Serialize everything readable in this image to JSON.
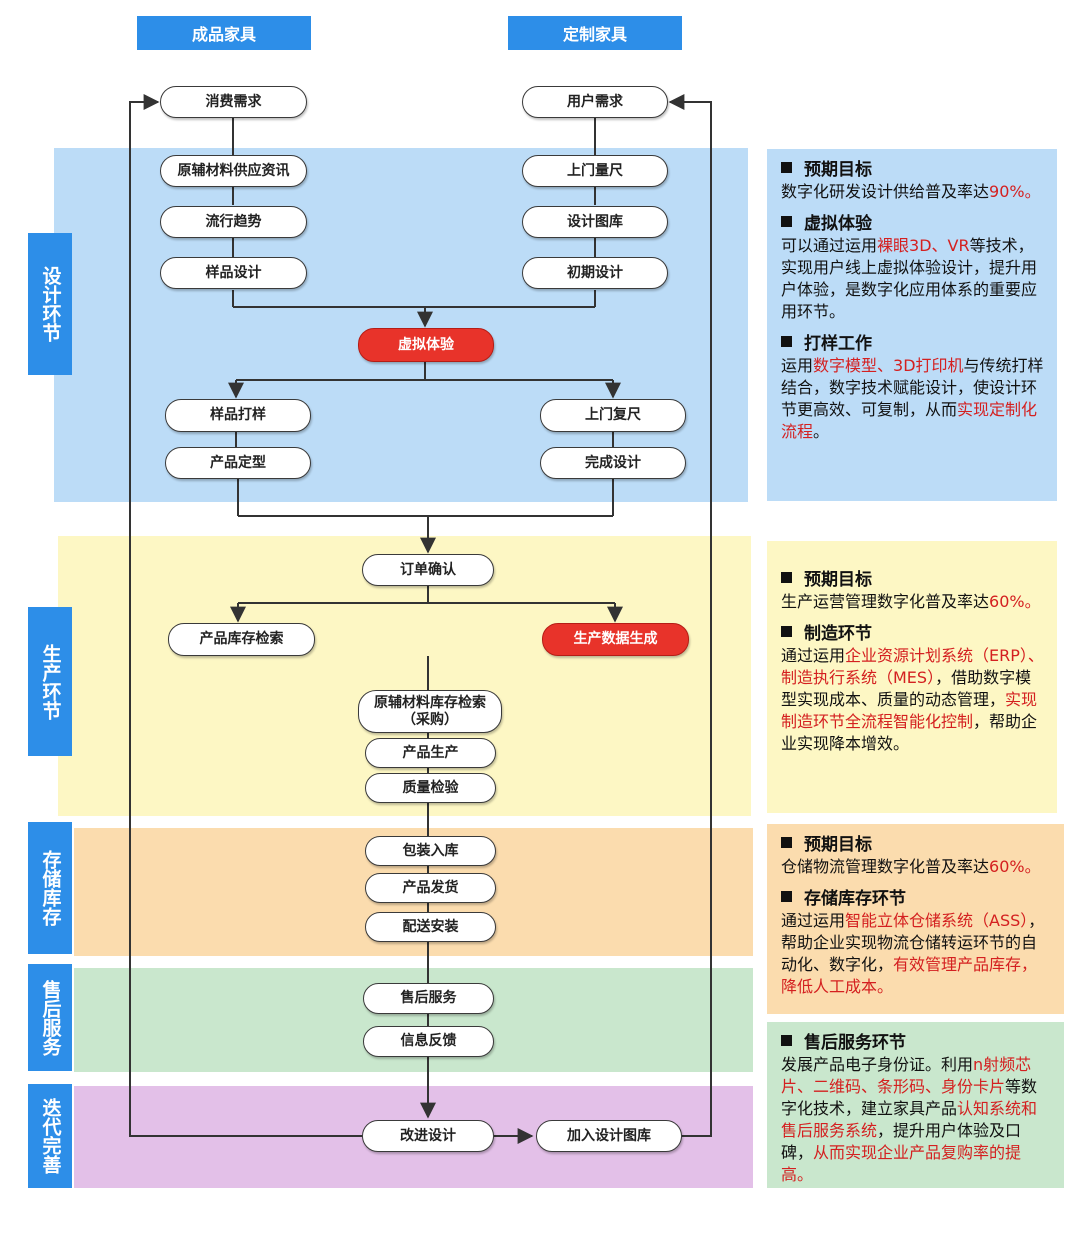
{
  "headers": {
    "left": "成品家具",
    "right": "定制家具"
  },
  "stages": [
    {
      "id": "design",
      "label": "设计环节"
    },
    {
      "id": "production",
      "label": "生产环节"
    },
    {
      "id": "storage",
      "label": "存储库存"
    },
    {
      "id": "aftersales",
      "label": "售后服务"
    },
    {
      "id": "iterate",
      "label": "迭代完善"
    }
  ],
  "nodes": {
    "consumer_demand": "消费需求",
    "user_demand": "用户需求",
    "material_info": "原辅材料供应资讯",
    "trend": "流行趋势",
    "sample_design": "样品设计",
    "measure": "上门量尺",
    "design_library": "设计图库",
    "initial_design": "初期设计",
    "virtual_exp": "虚拟体验",
    "sample_proof": "样品打样",
    "product_final": "产品定型",
    "remeasure": "上门复尺",
    "complete_design": "完成设计",
    "order_confirm": "订单确认",
    "stock_search": "产品库存检索",
    "production_data": "生产数据生成",
    "material_search_1": "原辅材料库存检索",
    "material_search_2": "（采购）",
    "production": "产品生产",
    "inspection": "质量检验",
    "packing": "包装入库",
    "shipping": "产品发货",
    "delivery": "配送安装",
    "service": "售后服务",
    "feedback": "信息反馈",
    "improve": "改进设计",
    "add_library": "加入设计图库"
  },
  "panels": {
    "design": {
      "goal_title": "预期目标",
      "goal_text": "数字化研发设计供给普及率达",
      "goal_value": "90%。",
      "virtual_title": "虚拟体验",
      "virtual_a": "可以通过运用",
      "virtual_hl": "裸眼3D、VR",
      "virtual_b": "等技术，实现用户线上虚拟体验设计，提升用户体验，是数字化应用体系的重要应用环节。",
      "proof_title": "打样工作",
      "proof_a": "运用",
      "proof_hl1": "数字模型、3D打印机",
      "proof_b": "与传统打样结合，数字技术赋能设计，使设计环节更高效、可复制，从而",
      "proof_hl2": "实现定制化流程",
      "proof_c": "。"
    },
    "production": {
      "goal_title": "预期目标",
      "goal_text": "生产运营管理数字化普及率达",
      "goal_value": "60%。",
      "mfg_title": "制造环节",
      "mfg_a": "通过运用",
      "mfg_hl1": "企业资源计划系统（ERP）、制造执行系统（MES）",
      "mfg_b": "，借助数字模型实现成本、质量的动态管理，",
      "mfg_hl2": "实现制造环节全流程智能化控制",
      "mfg_c": "，帮助企业实现降本增效。"
    },
    "storage": {
      "goal_title": "预期目标",
      "goal_text": "仓储物流管理数字化普及率达",
      "goal_value": "60%。",
      "stock_title": "存储库存环节",
      "stock_a": "通过运用",
      "stock_hl1": "智能立体仓储系统（ASS）",
      "stock_b": "，帮助企业实现物流仓储转运环节的自动化、数字化，",
      "stock_hl2": "有效管理产品库存，降低人工成本。"
    },
    "aftersales": {
      "svc_title": "售后服务环节",
      "svc_a": "发展产品电子身份证。利用",
      "svc_hl1": "n射频芯片、二维码、条形码、身份卡片",
      "svc_b": "等数字化技术，建立家具产品",
      "svc_hl2": "认知系统和售后服务系统",
      "svc_c": "，提升用户体验及口碑，",
      "svc_hl3": "从而实现企业产品复购率的提高。"
    }
  },
  "colors": {
    "header_blue": "#2d8ee8",
    "design_band": "#bcdcf7",
    "production_band": "#fdf7c4",
    "storage_band": "#fbdcae",
    "aftersales_band": "#c9e7cd",
    "iterate_band": "#e3c0e8",
    "highlight_red": "#e8332a"
  }
}
